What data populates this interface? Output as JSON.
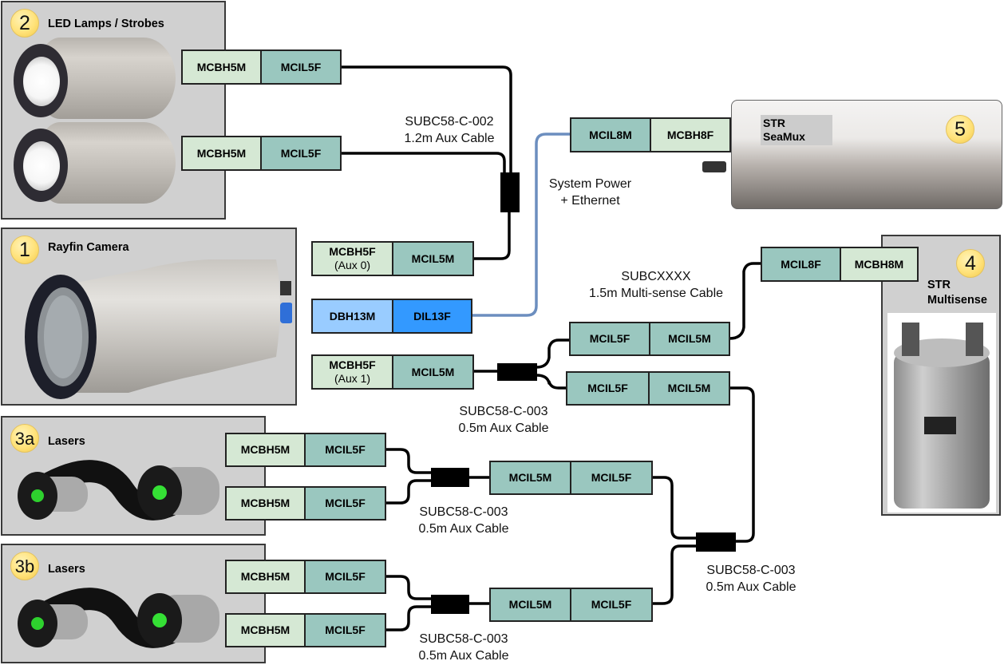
{
  "colors": {
    "panel_bg": "#d0d0d0",
    "connector_bulkhead": "#d5e8d4",
    "connector_inline": "#9ac7bf",
    "connector_dbh": "#99ccff",
    "connector_dil": "#3399ff",
    "cable_black": "#000000",
    "cable_ethernet": "#6c8ebf",
    "badge": "#ffe27a"
  },
  "devices": {
    "lamps": {
      "badge": "2",
      "title": "LED Lamps / Strobes"
    },
    "camera": {
      "badge": "1",
      "title": "Rayfin Camera"
    },
    "lasers_a": {
      "badge": "3a",
      "title": "Lasers"
    },
    "lasers_b": {
      "badge": "3b",
      "title": "Lasers"
    },
    "multisense": {
      "badge": "4",
      "title_line1": "STR",
      "title_line2": "Multisense"
    },
    "seamux": {
      "badge": "5",
      "title_line1": "STR",
      "title_line2": "SeaMux"
    }
  },
  "connectors": {
    "lamp1_bh": "MCBH5M",
    "lamp1_il": "MCIL5F",
    "lamp2_bh": "MCBH5M",
    "lamp2_il": "MCIL5F",
    "cam_aux0_bh": "MCBH5F",
    "cam_aux0_note": "(Aux 0)",
    "cam_aux0_il": "MCIL5M",
    "cam_eth_bh": "DBH13M",
    "cam_eth_il": "DIL13F",
    "cam_aux1_bh": "MCBH5F",
    "cam_aux1_note": "(Aux 1)",
    "cam_aux1_il": "MCIL5M",
    "seamux_il": "MCIL8M",
    "seamux_bh": "MCBH8F",
    "ms_il": "MCIL8F",
    "ms_bh": "MCBH8M",
    "split_top_a": "MCIL5F",
    "split_top_b": "MCIL5M",
    "split_bot_a": "MCIL5F",
    "split_bot_b": "MCIL5M",
    "l3a_1_bh": "MCBH5M",
    "l3a_1_il": "MCIL5F",
    "l3a_2_bh": "MCBH5M",
    "l3a_2_il": "MCIL5F",
    "l3a_out_a": "MCIL5M",
    "l3a_out_b": "MCIL5F",
    "l3b_1_bh": "MCBH5M",
    "l3b_1_il": "MCIL5F",
    "l3b_2_bh": "MCBH5M",
    "l3b_2_il": "MCIL5F",
    "l3b_out_a": "MCIL5M",
    "l3b_out_b": "MCIL5F"
  },
  "cables": {
    "lamp_cable": {
      "line1": "SUBC58-C-002",
      "line2": "1.2m Aux Cable"
    },
    "power_eth": {
      "line1": "System Power",
      "line2": "+ Ethernet"
    },
    "multisense": {
      "line1": "SUBCXXXX",
      "line2": "1.5m Multi-sense Cable"
    },
    "aux1_split": {
      "line1": "SUBC58-C-003",
      "line2": "0.5m Aux Cable"
    },
    "lasers_a": {
      "line1": "SUBC58-C-003",
      "line2": "0.5m Aux Cable"
    },
    "lasers_merge": {
      "line1": "SUBC58-C-003",
      "line2": "0.5m Aux Cable"
    },
    "lasers_b": {
      "line1": "SUBC58-C-003",
      "line2": "0.5m Aux Cable"
    }
  }
}
